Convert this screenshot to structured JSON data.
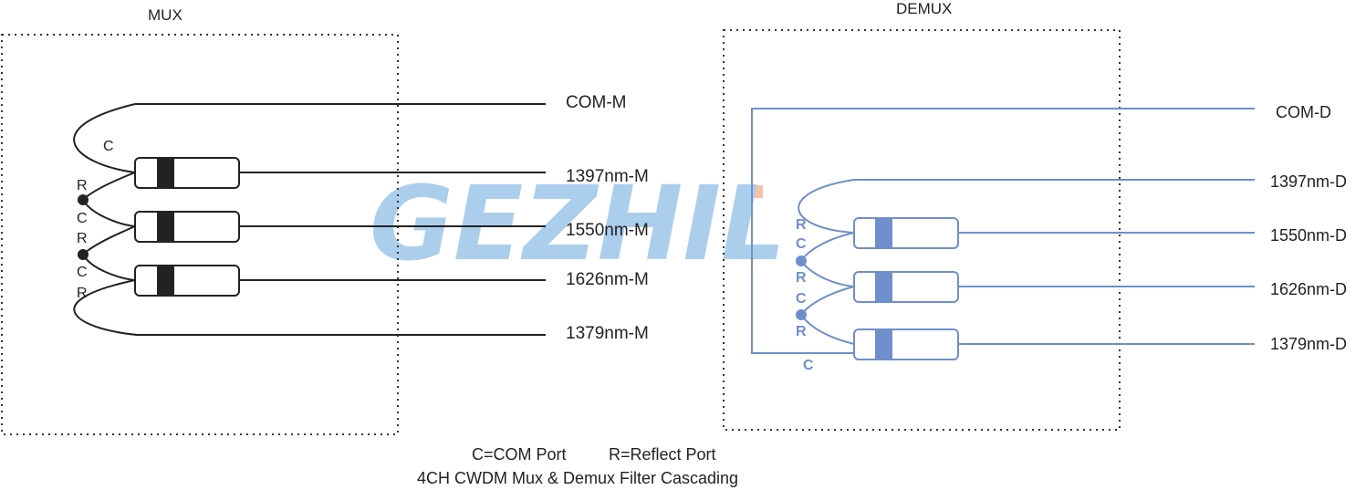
{
  "mux": {
    "title": "MUX",
    "com_label": "COM-M",
    "channels": [
      "1397nm-M",
      "1550nm-M",
      "1626nm-M",
      "1379nm-M"
    ],
    "port_labels": [
      "C",
      "R",
      "C",
      "R",
      "C",
      "R"
    ],
    "line_color": "#222222"
  },
  "demux": {
    "title": "DEMUX",
    "com_label": "COM-D",
    "channels": [
      "1397nm-D",
      "1550nm-D",
      "1626nm-D",
      "1379nm-D"
    ],
    "port_labels": [
      "R",
      "C",
      "R",
      "C",
      "R",
      "C"
    ],
    "line_color": "#6f8fcc"
  },
  "legend": {
    "com_port": "C=COM Port",
    "reflect_port": "R=Reflect Port"
  },
  "caption": "4CH CWDM Mux & Demux Filter Cascading",
  "watermark": {
    "text": "GEZHIL",
    "color": "#9ec6ea",
    "accent_color": "#f3b89a"
  }
}
